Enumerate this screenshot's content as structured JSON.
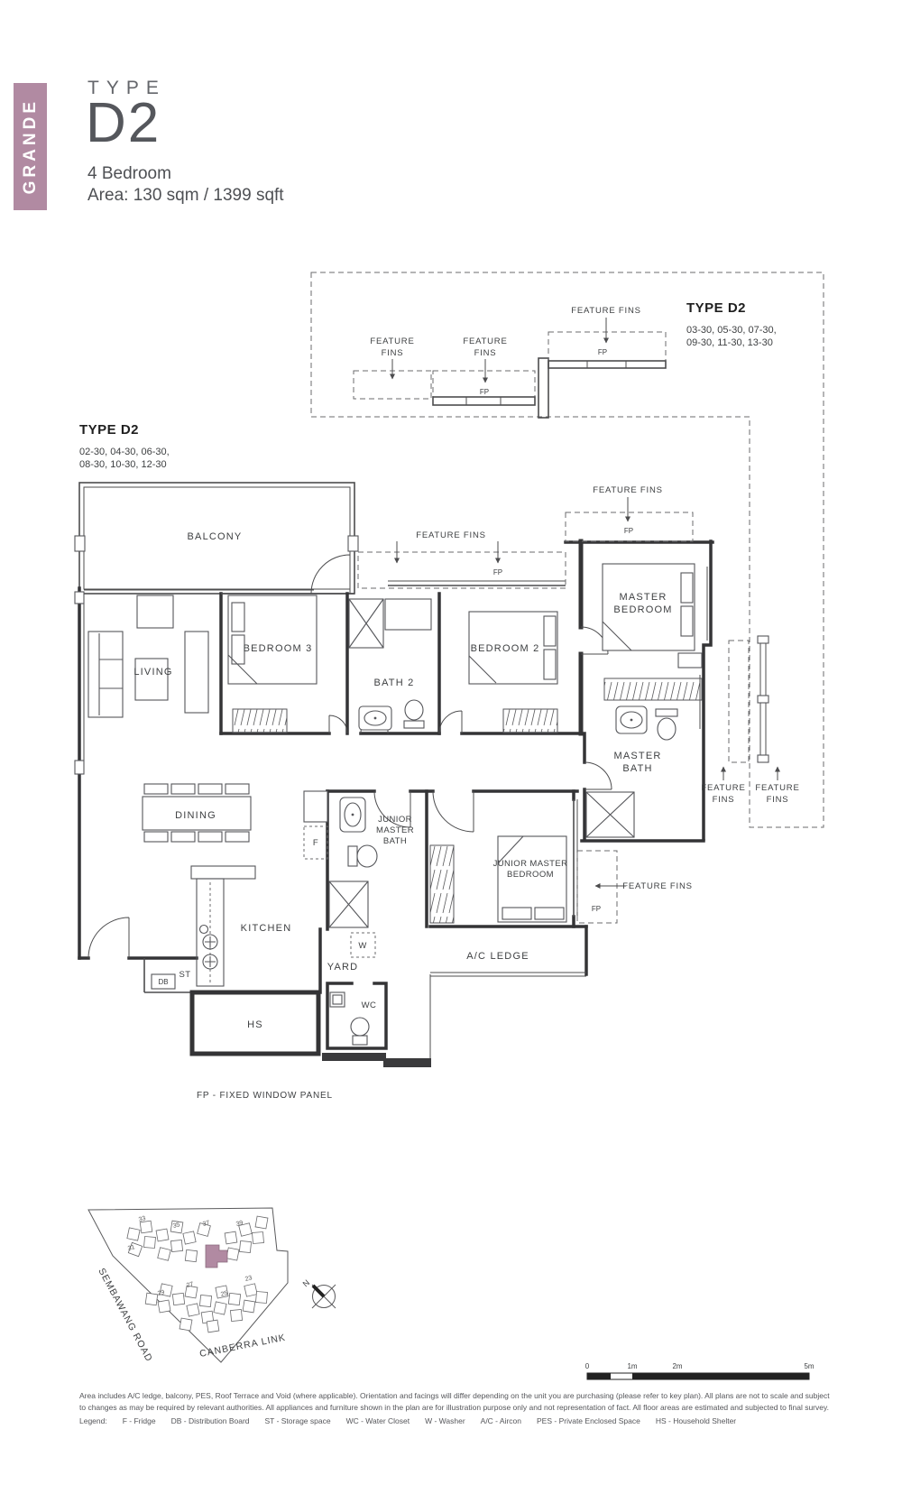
{
  "header": {
    "brand": "GRANDE",
    "type_label": "TYPE",
    "type_code": "D2",
    "bedrooms": "4 Bedroom",
    "area": "Area: 130 sqm / 1399 sqft"
  },
  "key_plan_right": {
    "title": "TYPE D2",
    "units1": "03-30, 05-30, 07-30,",
    "units2": "09-30, 11-30, 13-30"
  },
  "key_plan_left": {
    "title": "TYPE D2",
    "units1": "02-30, 04-30, 06-30,",
    "units2": "08-30, 10-30, 12-30"
  },
  "plan": {
    "labels": {
      "balcony": "BALCONY",
      "living": "LIVING",
      "bedroom3": "BEDROOM 3",
      "bath2": "BATH 2",
      "bedroom2": "BEDROOM 2",
      "master_l1": "MASTER",
      "master_l2": "BEDROOM",
      "mbath_l1": "MASTER",
      "mbath_l2": "BATH",
      "dining": "DINING",
      "jbath_l1": "JUNIOR",
      "jbath_l2": "MASTER",
      "jbath_l3": "BATH",
      "jbed_l1": "JUNIOR MASTER",
      "jbed_l2": "BEDROOM",
      "kitchen": "KITCHEN",
      "yard": "YARD",
      "ac_ledge": "A/C LEDGE",
      "wc": "WC",
      "hs": "HS",
      "st": "ST",
      "db": "DB",
      "fridge": "F",
      "washer": "W",
      "fp": "FP",
      "feature": "FEATURE",
      "fins": "FINS",
      "feature_fins": "FEATURE FINS"
    },
    "fp_legend": "FP - FIXED WINDOW PANEL"
  },
  "site_map": {
    "road_left": "SEMBAWANG ROAD",
    "road_bottom": "CANBERRA LINK",
    "north": "N",
    "numbers": {
      "n33": "33",
      "n35": "35",
      "n37": "37",
      "n39": "39",
      "n31": "31",
      "n29": "29",
      "n27": "27",
      "n25": "25",
      "n23": "23"
    }
  },
  "scale_bar": {
    "t0": "0",
    "t1": "1m",
    "t2": "2m",
    "t5": "5m"
  },
  "footer": {
    "line1": "Area includes A/C ledge, balcony, PES, Roof Terrace and Void (where applicable). Orientation and facings will differ depending on the unit you are purchasing (please refer to key plan). All plans are not to scale and subject",
    "line2": "to changes as may be required by relevant authorities. All appliances and furniture shown in the plan are for illustration purpose only and not representation of fact. All floor areas are estimated and subjected to final survey.",
    "legend": {
      "l0": "Legend:",
      "l1": "F - Fridge",
      "l2": "DB - Distribution Board",
      "l3": "ST - Storage space",
      "l4": "WC - Water Closet",
      "l5": "W - Washer",
      "l6": "A/C - Aircon",
      "l7": "PES - Private Enclosed Space",
      "l8": "HS - Household Shelter"
    }
  },
  "colors": {
    "accent": "#b18aa2",
    "wall": "#343436",
    "text": "#47494b"
  }
}
